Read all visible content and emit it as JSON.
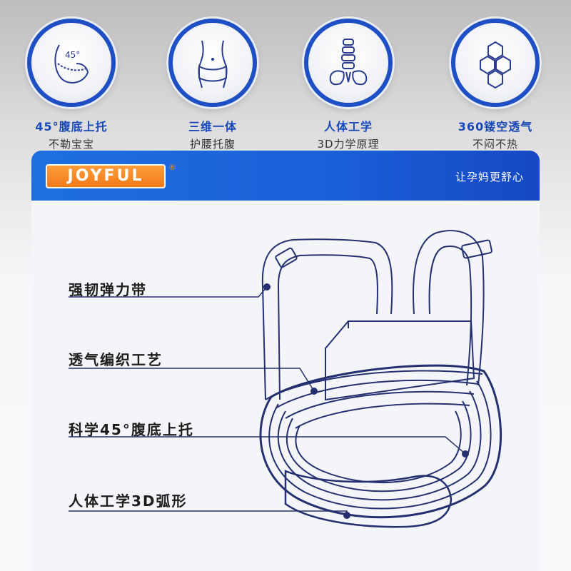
{
  "features": [
    {
      "title": "45°腹底上托",
      "subtitle": "不勒宝宝",
      "icon": "belly-45-icon",
      "icon_text": "45°"
    },
    {
      "title": "三维一体",
      "subtitle": "护腰托腹",
      "icon": "waist-icon"
    },
    {
      "title": "人体工学",
      "subtitle": "3D力学原理",
      "icon": "spine-icon"
    },
    {
      "title": "360镂空透气",
      "subtitle": "不闷不热",
      "icon": "honeycomb-icon"
    }
  ],
  "header": {
    "brand": "JOYFUL",
    "registered": "®",
    "slogan": "让孕妈更舒心"
  },
  "callouts": [
    {
      "label": "强韧弹力带"
    },
    {
      "label": "透气编织工艺"
    },
    {
      "label": "科学45°腹底上托"
    },
    {
      "label": "人体工学3D弧形"
    }
  ],
  "colors": {
    "accent_blue": "#1f4fc4",
    "header_blue": "#1a5fd8",
    "brand_orange": "#f07a17",
    "line_navy": "#24306f"
  }
}
